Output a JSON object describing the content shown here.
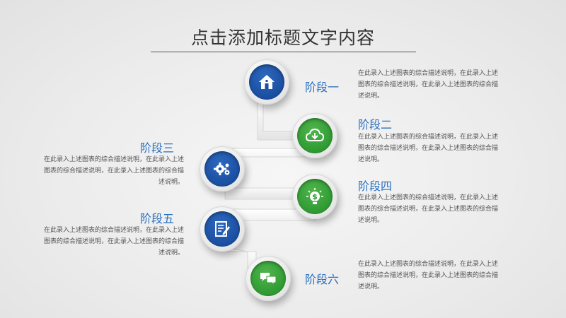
{
  "title": "点击添加标题文字内容",
  "stages": [
    {
      "label": "阶段一",
      "icon": "home-icon",
      "color": "#1a4ea0",
      "desc": "在此录入上述图表的综合描述说明，在此录入上述图表的综合描述说明，在此录入上述图表的综合描述说明。"
    },
    {
      "label": "阶段二",
      "icon": "cloud-download-icon",
      "color": "#2f9a32",
      "desc": "在此录入上述图表的综合描述说明，在此录入上述图表的综合描述说明，在此录入上述图表的综合描述说明。"
    },
    {
      "label": "阶段三",
      "icon": "gears-icon",
      "color": "#1a4ea0",
      "desc": "在此录入上述图表的综合描述说明，在此录入上述图表的综合描述说明，在此录入上述图表的综合描述说明。"
    },
    {
      "label": "阶段四",
      "icon": "dollar-bulb-icon",
      "color": "#2f9a32",
      "desc": "在此录入上述图表的综合描述说明，在此录入上述图表的综合描述说明，在此录入上述图表的综合描述说明。"
    },
    {
      "label": "阶段五",
      "icon": "document-edit-icon",
      "color": "#1a4ea0",
      "desc": "在此录入上述图表的综合描述说明，在此录入上述图表的综合描述说明，在此录入上述图表的综合描述说明。"
    },
    {
      "label": "阶段六",
      "icon": "chat-bubbles-icon",
      "color": "#2f9a32",
      "desc": "在此录入上述图表的综合描述说明，在此录入上述图表的综合描述说明，在此录入上述图表的综合描述说明。"
    }
  ]
}
